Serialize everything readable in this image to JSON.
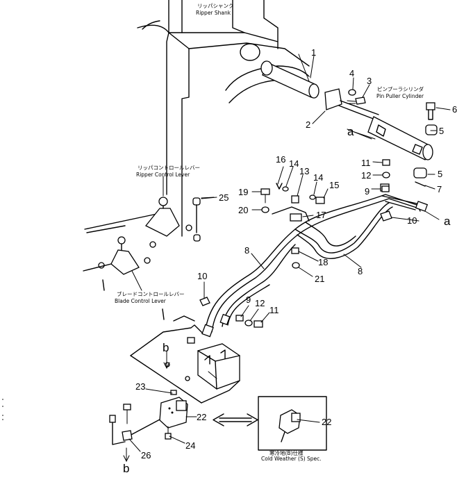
{
  "captions": {
    "ripper_shank_jp": "リッパシャンク",
    "ripper_shank_en": "Ripper Shank",
    "pin_puller_jp": "ピンプーラシリンダ",
    "pin_puller_en": "Pin Puller Cylinder",
    "ripper_lever_jp": "リッパコントロールレバー",
    "ripper_lever_en": "Ripper Control Lever",
    "blade_lever_jp": "ブレードコントロールレバー",
    "blade_lever_en": "Blade Control Lever",
    "cold_spec_jp": "寒冷地(B)仕様",
    "cold_spec_en": "Cold Weather (S) Spec."
  },
  "callouts": {
    "n1": "1",
    "n2": "2",
    "n3": "3",
    "n4": "4",
    "n5a": "5",
    "n5b": "5",
    "n6": "6",
    "n7": "7",
    "n8a": "8",
    "n8b": "8",
    "n9a": "9",
    "n9b": "9",
    "n10a": "10",
    "n10b": "10",
    "n11a": "11",
    "n11b": "11",
    "n12a": "12",
    "n12b": "12",
    "n13": "13",
    "n14a": "14",
    "n14b": "14",
    "n15": "15",
    "n16": "16",
    "n17": "17",
    "n18": "18",
    "n19": "19",
    "n20": "20",
    "n21": "21",
    "n22a": "22",
    "n22b": "22",
    "n23": "23",
    "n24": "24",
    "n25": "25",
    "n26": "26"
  },
  "connectors": {
    "a_left": "a",
    "a_right": "a",
    "b_top": "b",
    "b_bottom": "b"
  }
}
